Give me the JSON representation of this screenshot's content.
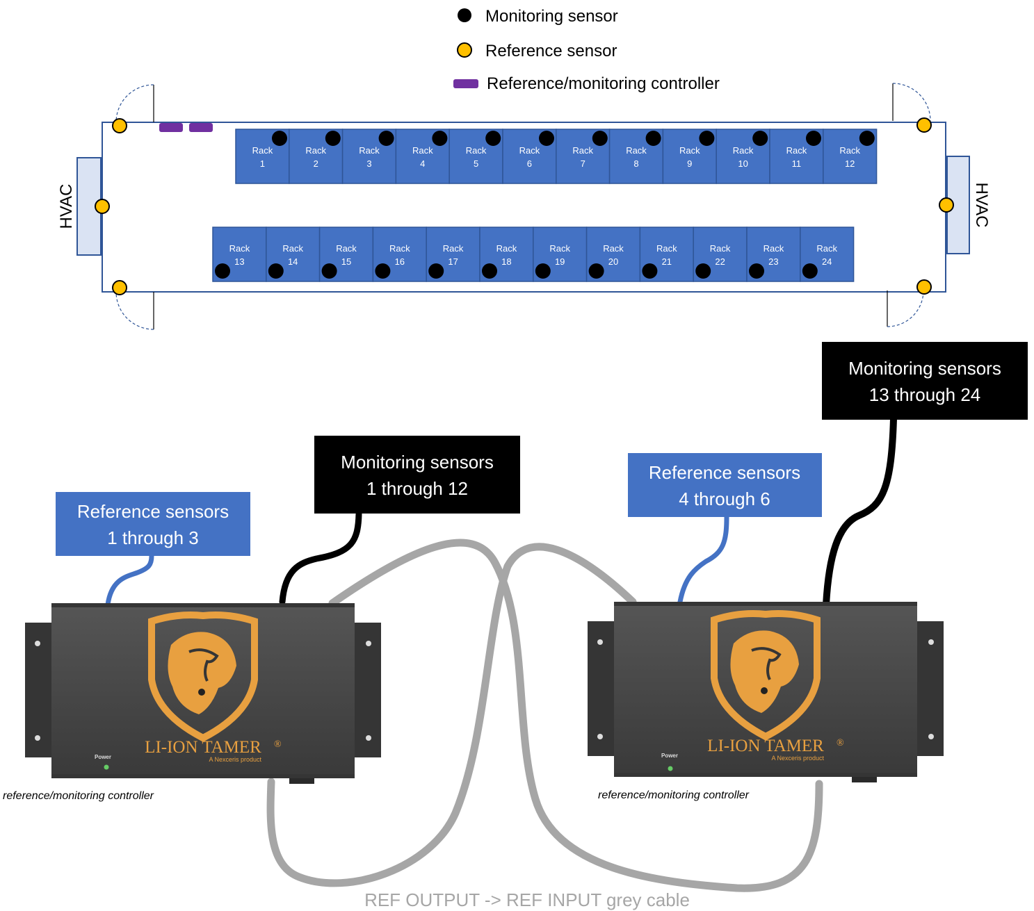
{
  "legend": {
    "monitoring_sensor": "Monitoring sensor",
    "reference_sensor": "Reference sensor",
    "controller": "Reference/monitoring controller"
  },
  "room": {
    "hvac_left": "HVAC",
    "hvac_right": "HVAC",
    "rack_word": "Rack",
    "top_row": [
      "1",
      "2",
      "3",
      "4",
      "5",
      "6",
      "7",
      "8",
      "9",
      "10",
      "11",
      "12"
    ],
    "bottom_row": [
      "13",
      "14",
      "15",
      "16",
      "17",
      "18",
      "19",
      "20",
      "21",
      "22",
      "23",
      "24"
    ]
  },
  "labels": {
    "ref_1_3": [
      "Reference sensors",
      "1 through 3"
    ],
    "mon_1_12": [
      "Monitoring sensors",
      "1 through 12"
    ],
    "ref_4_6": [
      "Reference sensors",
      "4 through 6"
    ],
    "mon_13_24": [
      "Monitoring sensors",
      "13 through 24"
    ]
  },
  "controllers": [
    {
      "brand": "LI-ION TAMER",
      "registered_mark": "®",
      "tagline": "A Nexceris product",
      "power_label": "Power",
      "caption": "reference/monitoring controller"
    },
    {
      "brand": "LI-ION TAMER",
      "registered_mark": "®",
      "tagline": "A Nexceris product",
      "power_label": "Power",
      "caption": "reference/monitoring controller"
    }
  ],
  "cable_label": "REF OUTPUT -> REF INPUT grey cable",
  "colors": {
    "rack_fill": "#4472c4",
    "rack_border": "#2f5597",
    "reference_sensor": "#ffc000",
    "monitoring_sensor": "#000000",
    "controller_marker": "#7030a0",
    "hvac_fill": "#dae3f3",
    "blue_label": "#4472c4",
    "black_label": "#000000",
    "grey_cable": "#a6a6a6",
    "controller_body": "#4a4a4a",
    "brand_orange": "#e8a040"
  }
}
